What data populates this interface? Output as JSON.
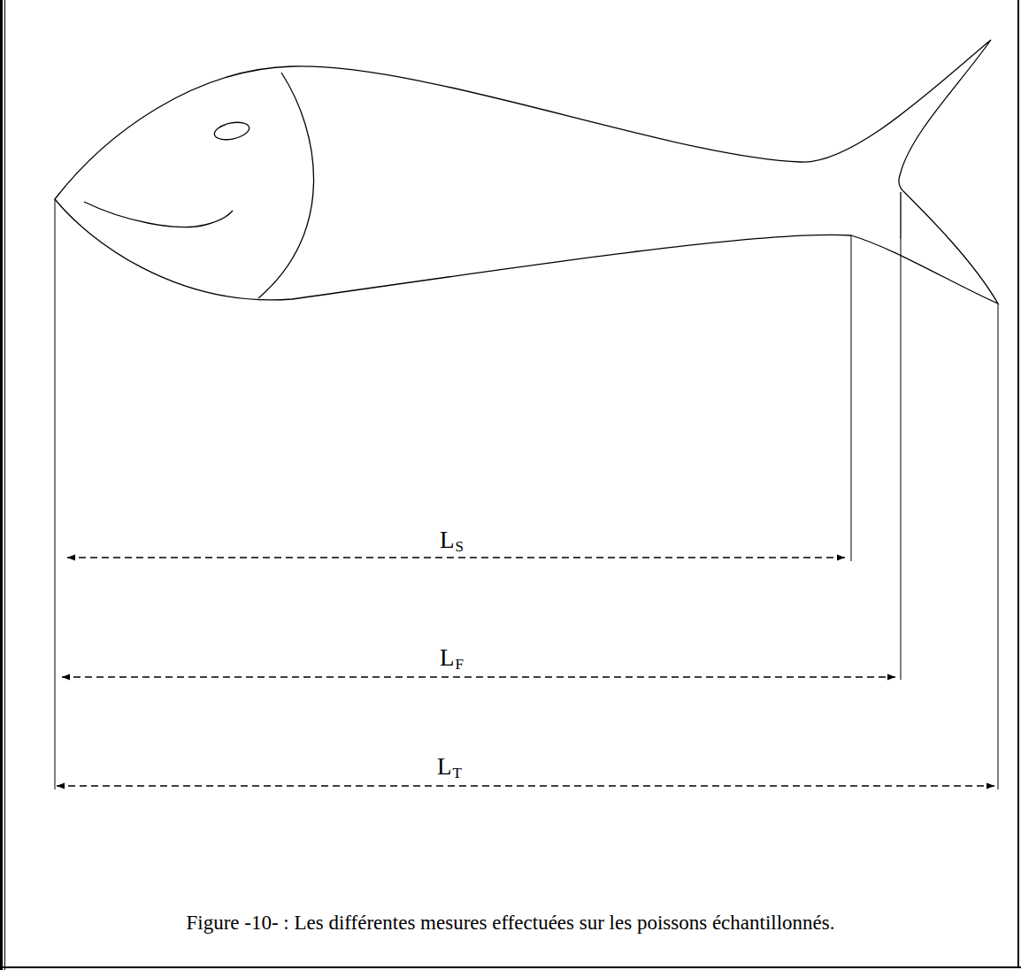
{
  "diagram": {
    "caption": "Figure -10- : Les différentes mesures effectuées sur les poissons échantillonnés.",
    "labels": [
      "L",
      "S",
      "L",
      "F",
      "L",
      "T"
    ]
  }
}
